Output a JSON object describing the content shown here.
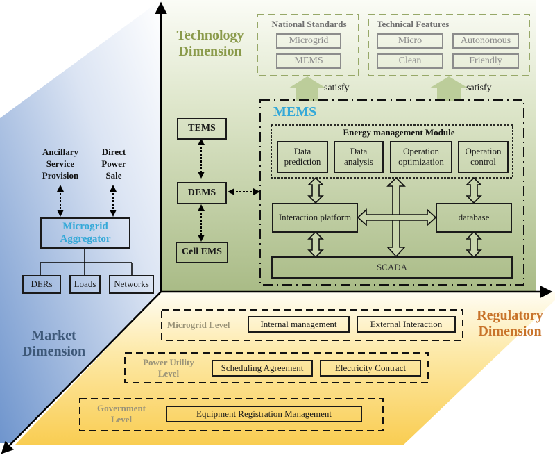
{
  "colors": {
    "technology_text": "#8a9a4a",
    "market_text": "#3d5878",
    "regulatory_text": "#c8732a",
    "mems_blue": "#35a9d8",
    "level_label_gray": "#9a9378"
  },
  "technology": {
    "title_line1": "Technology",
    "title_line2": "Dimension",
    "national_standards": {
      "title": "National Standards",
      "items": [
        "Microgrid",
        "MEMS"
      ]
    },
    "technical_features": {
      "title": "Technical Features",
      "items": [
        "Micro",
        "Autonomous",
        "Clean",
        "Friendly"
      ]
    },
    "satisfy_label_1": "satisfy",
    "satisfy_label_2": "satisfy",
    "hierarchy": [
      "TEMS",
      "DEMS",
      "Cell EMS"
    ],
    "mems": {
      "title": "MEMS",
      "module_title": "Energy management Module",
      "modules": [
        {
          "line1": "Data",
          "line2": "prediction"
        },
        {
          "line1": "Data",
          "line2": "analysis"
        },
        {
          "line1": "Operation",
          "line2": "optimization"
        },
        {
          "line1": "Operation",
          "line2": "control"
        }
      ],
      "interaction_platform": "Interaction platform",
      "database": "database",
      "scada": "SCADA"
    }
  },
  "market": {
    "title_line1": "Market",
    "title_line2": "Dimension",
    "services": [
      {
        "line1": "Ancillary",
        "line2": "Service",
        "line3": "Provision"
      },
      {
        "line1": "Direct",
        "line2": "Power",
        "line3": "Sale"
      }
    ],
    "aggregator_line1": "Microgrid",
    "aggregator_line2": "Aggregator",
    "components": [
      "DERs",
      "Loads",
      "Networks"
    ]
  },
  "regulatory": {
    "title_line1": "Regulatory",
    "title_line2": "Dimension",
    "levels": [
      {
        "label_line1": "Microgrid Level",
        "label_line2": "",
        "items": [
          "Internal management",
          "External Interaction"
        ]
      },
      {
        "label_line1": "Power Utility",
        "label_line2": "Level",
        "items": [
          "Scheduling Agreement",
          "Electricity Contract"
        ]
      },
      {
        "label_line1": "Government",
        "label_line2": "Level",
        "items": [
          "Equipment Registration Management"
        ]
      }
    ]
  }
}
